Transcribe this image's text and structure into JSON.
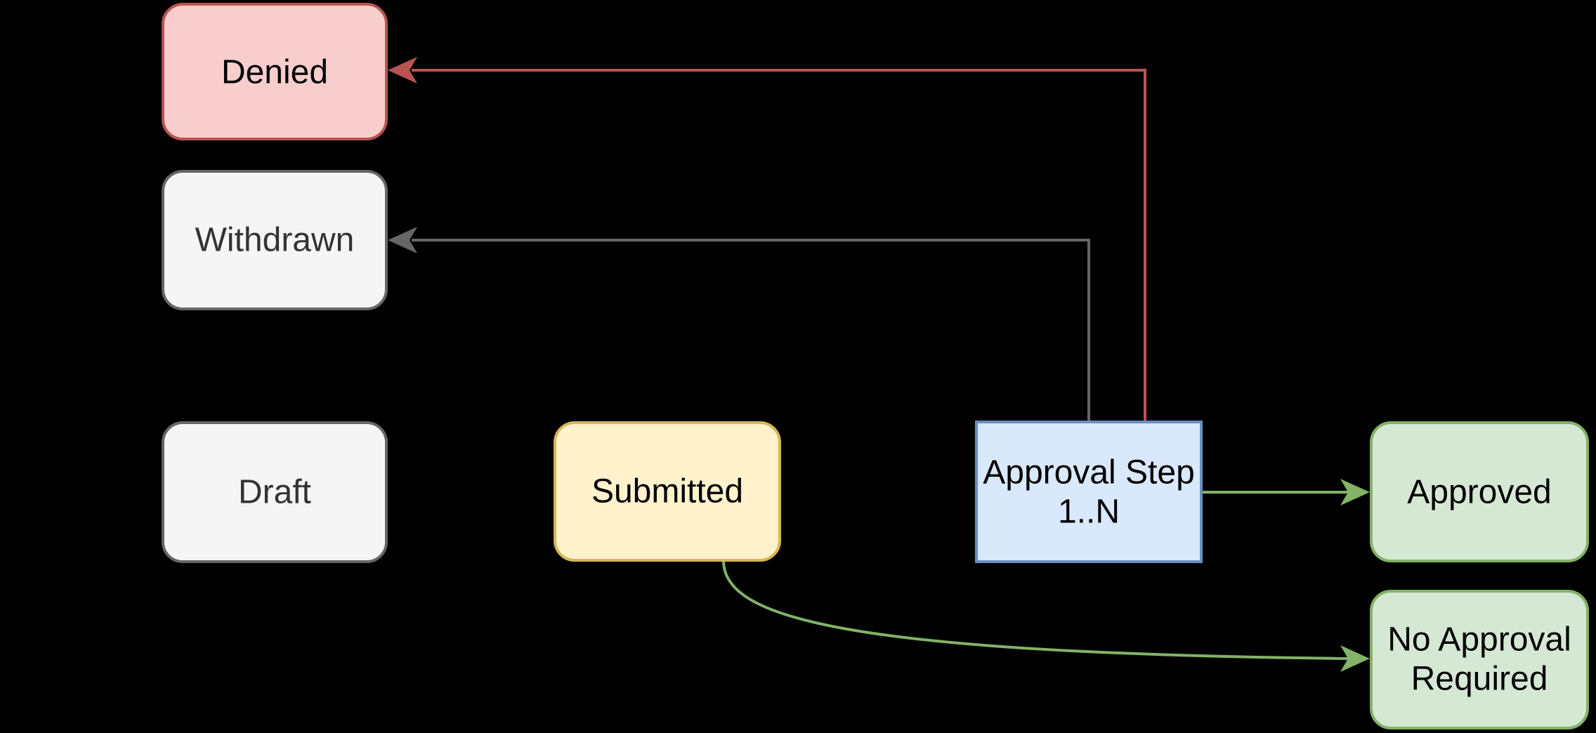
{
  "diagram": {
    "background": "#000000",
    "nodes": {
      "denied": {
        "label": "Denied",
        "fill": "#f8cecc",
        "stroke": "#b85450",
        "text_color": "#000000"
      },
      "withdrawn": {
        "label": "Withdrawn",
        "fill": "#f5f5f5",
        "stroke": "#666666",
        "text_color": "#333333"
      },
      "draft": {
        "label": "Draft",
        "fill": "#f5f5f5",
        "stroke": "#666666",
        "text_color": "#333333"
      },
      "submitted": {
        "label": "Submitted",
        "fill": "#fff2cc",
        "stroke": "#d6b656",
        "text_color": "#000000"
      },
      "approval_step": {
        "label_line1": "Approval Step",
        "label_line2": "1..N",
        "fill": "#dae8fc",
        "stroke": "#6c8ebf",
        "text_color": "#000000"
      },
      "approved": {
        "label": "Approved",
        "fill": "#d5e8d4",
        "stroke": "#82b366",
        "text_color": "#000000"
      },
      "no_approval_required": {
        "label_line1": "No Approval",
        "label_line2": "Required",
        "fill": "#d5e8d4",
        "stroke": "#82b366",
        "text_color": "#000000"
      }
    },
    "edges": {
      "approval_to_denied": {
        "from": "approval_step",
        "to": "denied",
        "color": "#b85450"
      },
      "approval_to_withdrawn": {
        "from": "approval_step",
        "to": "withdrawn",
        "color": "#666666"
      },
      "approval_to_approved": {
        "from": "approval_step",
        "to": "approved",
        "color": "#82b366"
      },
      "submitted_to_no_approval_required": {
        "from": "submitted",
        "to": "no_approval_required",
        "color": "#82b366"
      }
    }
  }
}
